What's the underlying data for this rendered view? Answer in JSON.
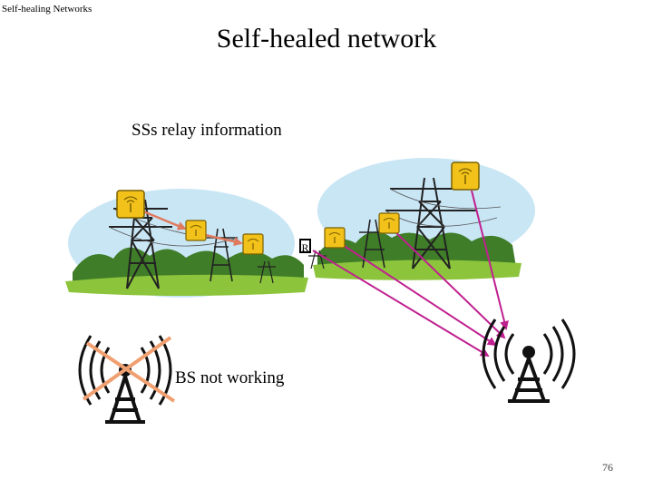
{
  "slide": {
    "header": "Self-healing Networks",
    "title": "Self-healed network",
    "subtitle": "SSs relay information",
    "bs_label": "BS not working",
    "relay_marker": "R",
    "page_number": "76"
  },
  "colors": {
    "relay_link": "#c02090",
    "local_link": "#e07a5f",
    "failed_cross": "#f0a070",
    "ss_box": "#f2c21a",
    "tower": "#111111",
    "trees": "#3f7d28",
    "grass": "#8cc43c",
    "sky": "#c9e6f5"
  }
}
